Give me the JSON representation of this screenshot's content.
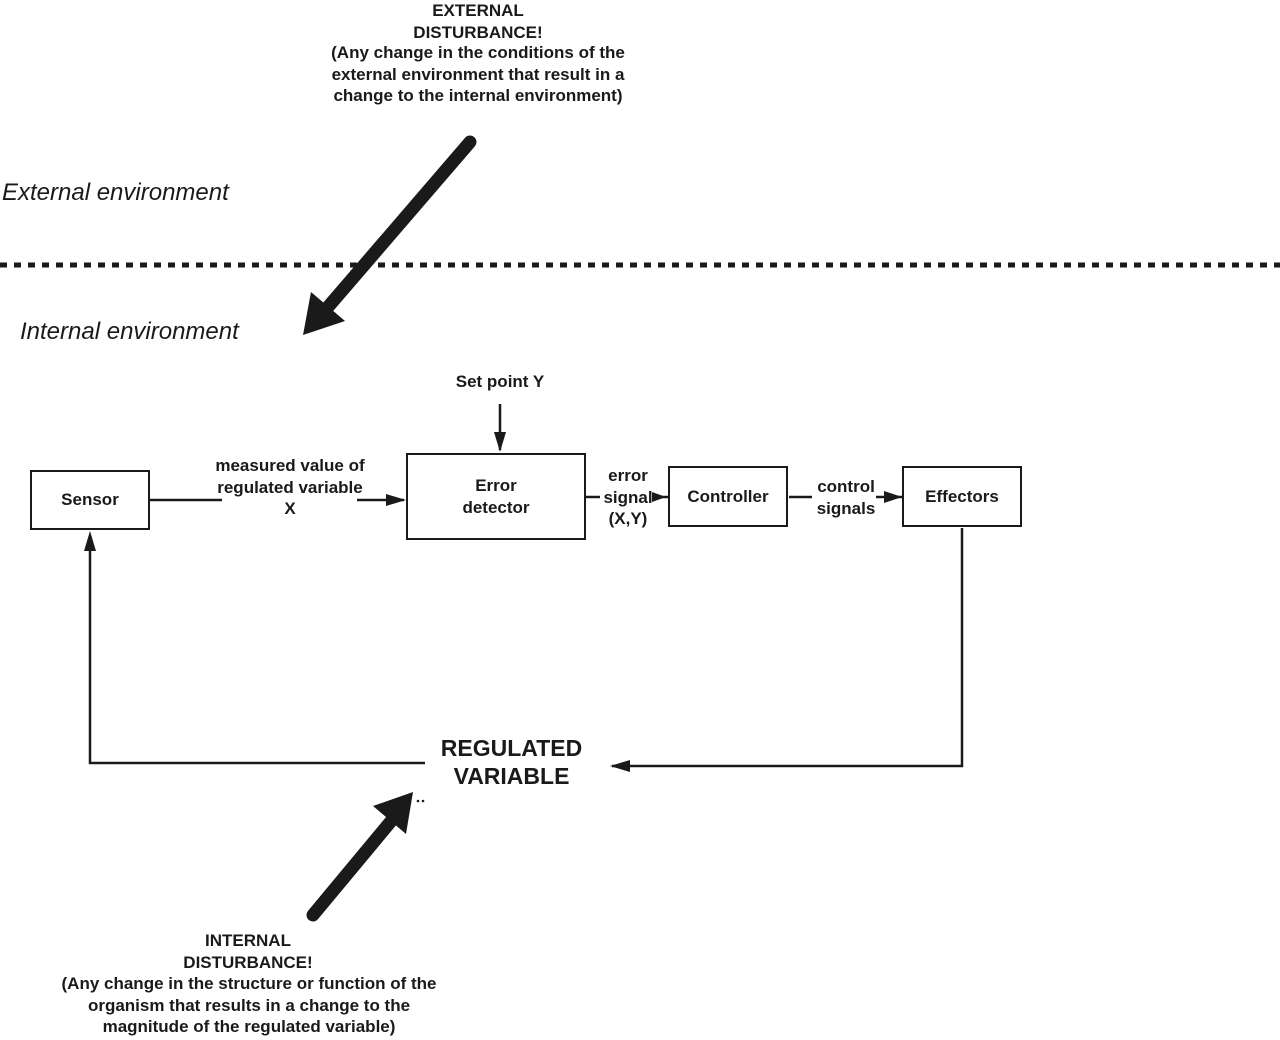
{
  "external_disturbance": {
    "title": "EXTERNAL DISTURBANCE!",
    "description": "(Any change in the conditions of the external environment that result in a change to the internal environment)"
  },
  "external_environment": "External environment",
  "internal_environment": "Internal environment",
  "set_point": "Set point Y",
  "sensor": "Sensor",
  "measured_value": "measured value of regulated variable X",
  "error_detector": "Error detector",
  "error_signal": "error signal (X,Y)",
  "controller": "Controller",
  "control_signals": "control signals",
  "effectors": "Effectors",
  "regulated_variable": "REGULATED VARIABLE",
  "internal_disturbance": {
    "title": "INTERNAL DISTURBANCE!",
    "description": "(Any change in the structure or function of the organism that results in a change to the magnitude of the regulated variable)"
  },
  "colors": {
    "ink": "#1a1a1a",
    "background": "#ffffff"
  }
}
